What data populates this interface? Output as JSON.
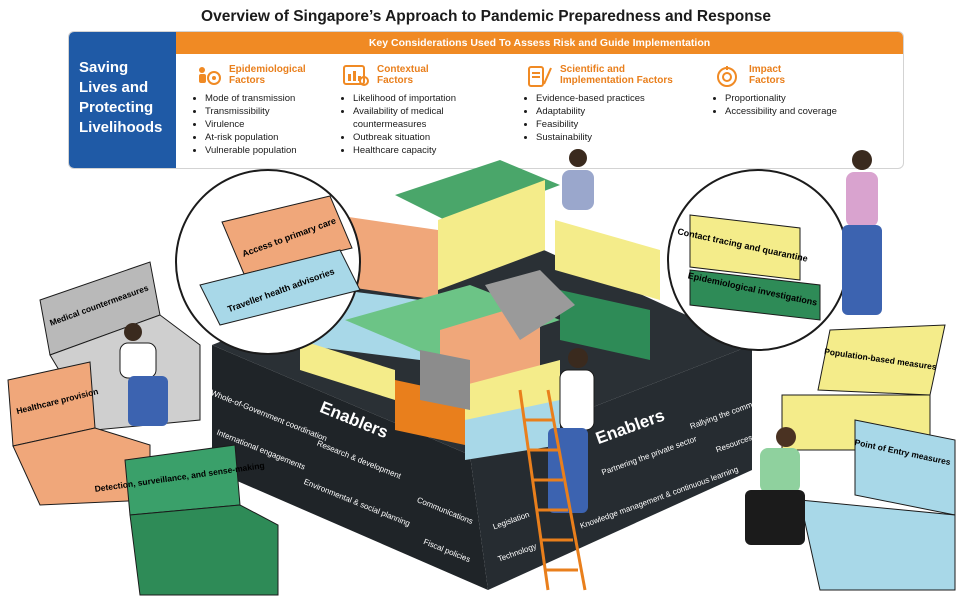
{
  "title": "Overview of Singapore’s Approach to Pandemic Preparedness and Response",
  "left_box": {
    "line1": "Saving",
    "line2": "Lives and",
    "line3": "Protecting",
    "line4": "Livelihoods"
  },
  "header_bar": "Key Considerations Used To Assess Risk and Guide Implementation",
  "factors": [
    {
      "title1": "Epidemiological",
      "title2": "Factors",
      "items": [
        "Mode of transmission",
        "Transmissibility",
        "Virulence",
        "At-risk population",
        "Vulnerable population"
      ]
    },
    {
      "title1": "Contextual",
      "title2": "Factors",
      "items": [
        "Likelihood of importation",
        "Availability of medical",
        "countermeasures",
        "Outbreak situation",
        "Healthcare capacity"
      ]
    },
    {
      "title1": "Scientific and",
      "title2": "Implementation Factors",
      "items": [
        "Evidence-based practices",
        "Adaptability",
        "Feasibility",
        "Sustainability"
      ]
    },
    {
      "title1": "Impact",
      "title2": "Factors",
      "items": [
        "Proportionality",
        "Accessibility and coverage"
      ]
    }
  ],
  "bubbles": {
    "left": {
      "top": "Access to primary care",
      "bottom": "Traveller health advisories"
    },
    "right": {
      "top": "Contact tracing and quarantine",
      "bottom": "Epidemiological investigations"
    }
  },
  "chests": {
    "medical": "Medical countermeasures",
    "healthcare": "Healthcare provision",
    "detection": "Detection, surveillance, and sense-making",
    "population": "Population-based measures",
    "entry": "Point of Entry measures"
  },
  "enablers": {
    "title_left": "Enablers",
    "title_right": "Enablers",
    "left": [
      "Whole-of-Government coordination",
      "International engagements",
      "Research & development",
      "Environmental & social planning",
      "Communications",
      "Fiscal policies",
      "Legislation",
      "Technology"
    ],
    "right": [
      "Partnering the private sector",
      "Rallying the community",
      "Resources",
      "Knowledge management & continuous learning"
    ]
  },
  "colors": {
    "blue": "#1f5aa6",
    "orange": "#f08a24",
    "dark_base": "#1f2428",
    "green": "#2e8b57",
    "light_green": "#6cc486",
    "yellow": "#f4ec8a",
    "peach": "#f0a77a",
    "light_blue": "#a8d8e8",
    "grey": "#a9a9a9"
  }
}
